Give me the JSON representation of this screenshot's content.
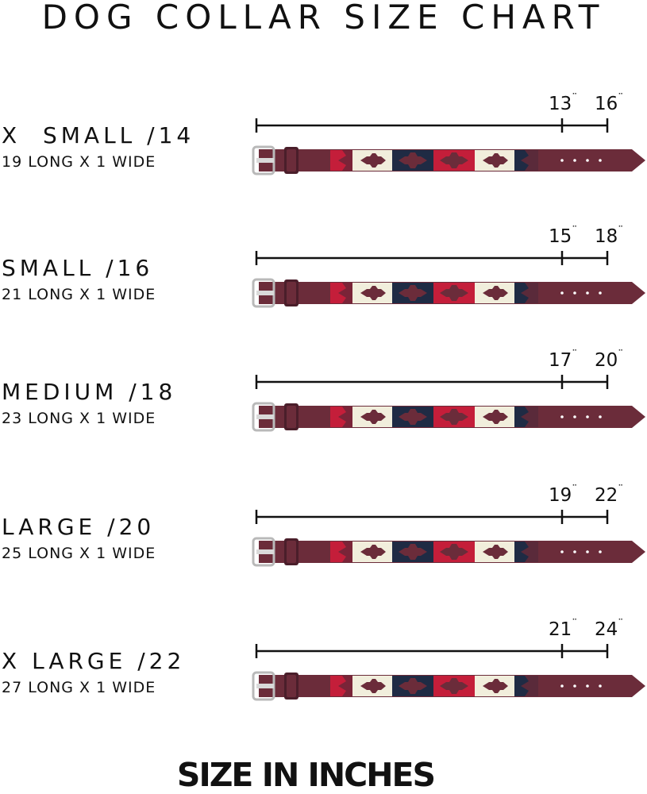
{
  "title": "DOG COLLAR SIZE CHART",
  "footer": "SIZE IN INCHES",
  "unit_mark": "¨",
  "colors": {
    "leather": "#6b2c3a",
    "red": "#c41e3a",
    "navy": "#1f2b44",
    "cream": "#f1eedc",
    "buckle": "#b9b9b9"
  },
  "sizes": [
    {
      "name": "X  SMALL /14",
      "dims": "19 LONG X 1 WIDE",
      "min": "13",
      "max": "16"
    },
    {
      "name": "SMALL /16",
      "dims": "21 LONG X 1 WIDE",
      "min": "15",
      "max": "18"
    },
    {
      "name": "MEDIUM /18",
      "dims": "23 LONG X 1 WIDE",
      "min": "17",
      "max": "20"
    },
    {
      "name": "LARGE /20",
      "dims": "25 LONG X 1 WIDE",
      "min": "19",
      "max": "22"
    },
    {
      "name": "X LARGE /22",
      "dims": "27 LONG X 1 WIDE",
      "min": "21",
      "max": "24"
    }
  ]
}
